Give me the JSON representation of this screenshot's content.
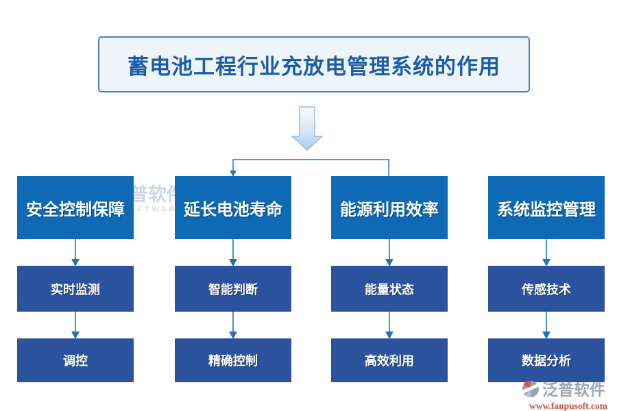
{
  "title": "蓄电池工程行业充放电管理系统的作用",
  "diagram": {
    "columns": [
      {
        "top": "安全控制保障",
        "middle": "实时监测",
        "bottom": "调控"
      },
      {
        "top": "延长电池寿命",
        "middle": "智能判断",
        "bottom": "精确控制"
      },
      {
        "top": "能源利用效率",
        "middle": "能量状态",
        "bottom": "高效利用"
      },
      {
        "top": "系统监控管理",
        "middle": "传感技术",
        "bottom": "数据分析"
      }
    ]
  },
  "watermark_center": {
    "brand": "泛普软件",
    "subtext": "SOFTWARE"
  },
  "watermark_footer": {
    "brand": "泛普软件",
    "url": "www.fanpusoft.com"
  },
  "colors": {
    "box_primary": "#0e6ab5",
    "box_secondary": "#2c549e",
    "connector_line": "#2e75b6",
    "arrow_line": "#4a90d0",
    "arrow_head": "#2072bb",
    "title_text": "#1d5ca8",
    "title_fill": "#edf5fb",
    "title_border": "#4384bd",
    "url_text": "#c5523f"
  }
}
